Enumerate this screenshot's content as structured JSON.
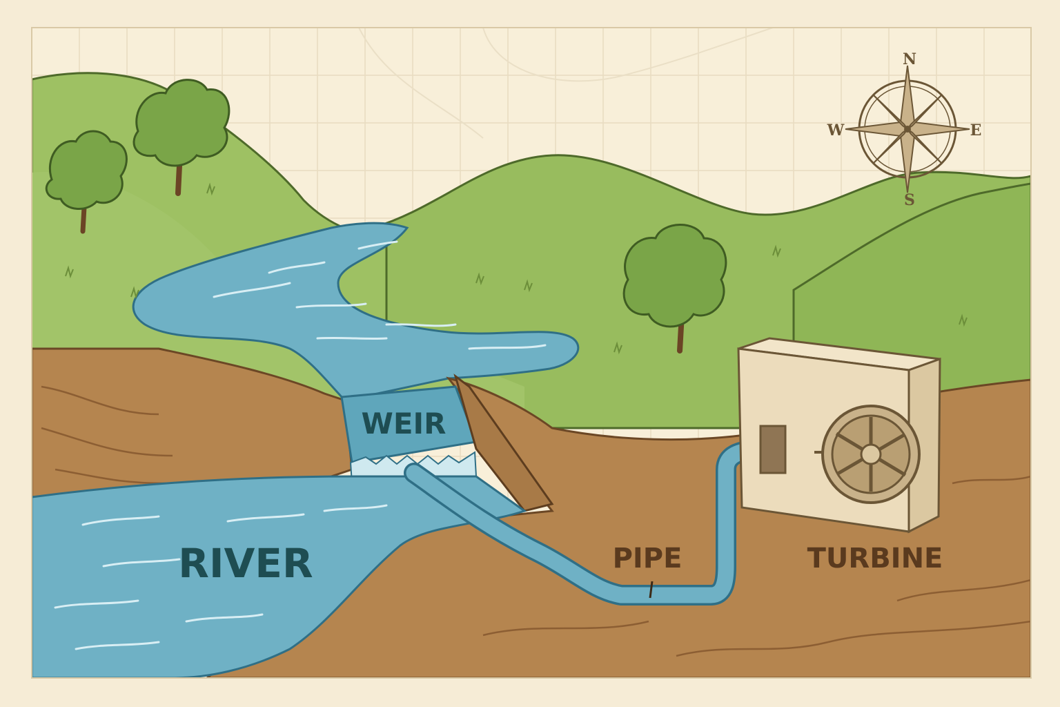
{
  "labels": {
    "river": "RIVER",
    "weir": "WEIR",
    "pipe": "PIPE",
    "turbine": "TURBINE"
  },
  "compass": {
    "north": "N",
    "south": "S",
    "east": "E",
    "west": "W"
  },
  "colors": {
    "paper": "#f6ecd6",
    "grid": "#e6d9bc",
    "hill": "#98bc5e",
    "hill_dark": "#86ab4f",
    "outline": "#4e6a2a",
    "soil": "#b5854f",
    "soil_line": "#8c5e33",
    "water": "#6fb1c5",
    "water_outline": "#2f6f86",
    "label_dark_teal": "#1e4d52",
    "label_brown": "#5a3a1e",
    "turbine_box": "#ecdcbc",
    "compass_ink": "#6b5636"
  }
}
